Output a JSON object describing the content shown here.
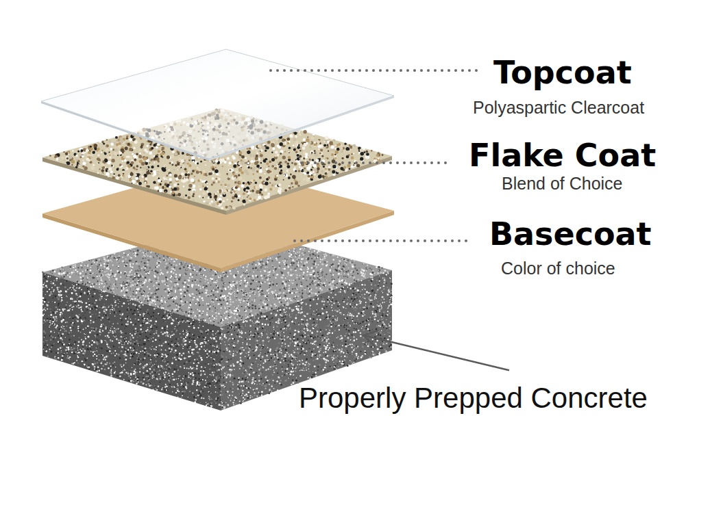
{
  "diagram": {
    "labels": [
      "Topcoat",
      "Polyaspartic Clearcoat",
      "Flake Coat",
      "Blend of Choice",
      "Basecoat",
      "Color of choice",
      "Properly Prepped Concrete"
    ]
  }
}
